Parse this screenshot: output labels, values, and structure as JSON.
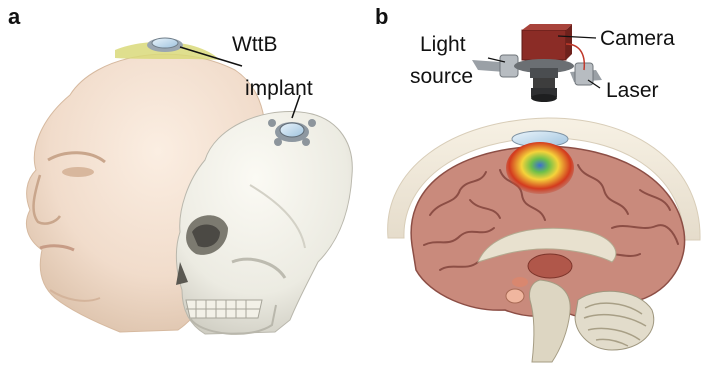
{
  "figure": {
    "panel_a": {
      "letter": "a",
      "labels": {
        "wttb": "WttB",
        "implant": "implant"
      }
    },
    "panel_b": {
      "letter": "b",
      "labels": {
        "light_source_line1": "Light",
        "light_source_line2": "source",
        "camera": "Camera",
        "laser": "Laser"
      }
    }
  },
  "colors": {
    "skin": "#f1dccb",
    "skin_shadow": "#d9bea6",
    "bone": "#efeee6",
    "bone_shadow": "#c9c7bc",
    "window_fill": "#cfe3f1",
    "window_green": "#d9d97a",
    "cortex": "#c98a7c",
    "cortex_dark": "#8c4e45",
    "white_matter": "#e8e1cf",
    "camera_body": "#8b2c26",
    "optics_dark": "#3d3d3d",
    "heat_red": "#d33a1e",
    "heat_yellow": "#f5d33b",
    "heat_green": "#6dbf4a",
    "heat_blue": "#3b6fd0"
  }
}
